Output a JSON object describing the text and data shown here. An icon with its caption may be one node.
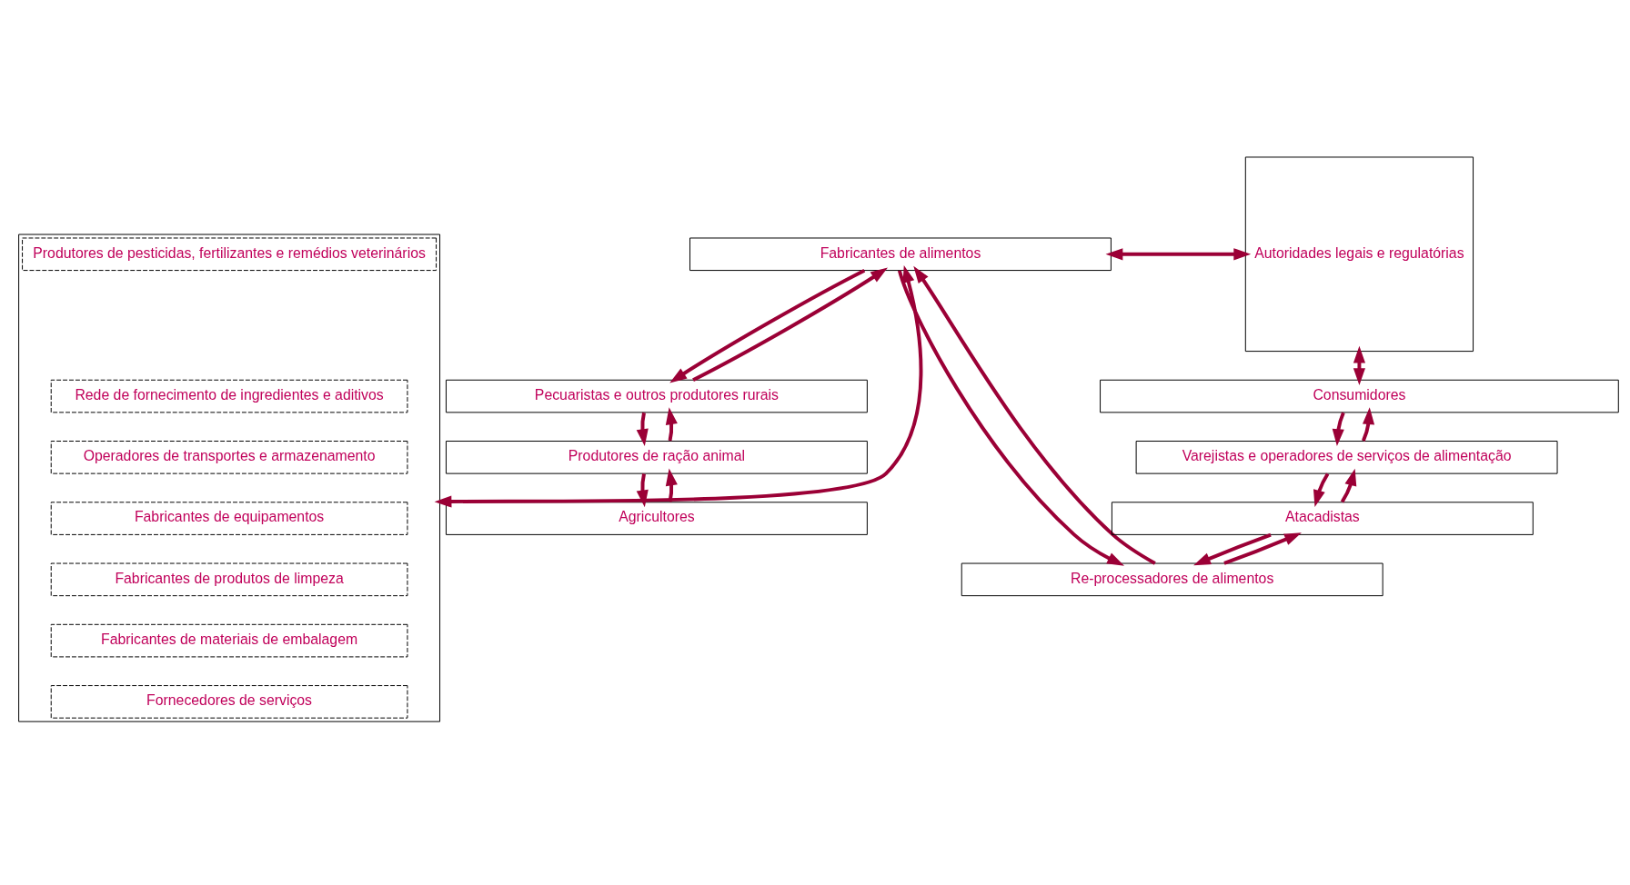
{
  "diagram": {
    "nodes": [
      {
        "text": [
          "Autoridades legais e regulatórias"
        ]
      },
      {
        "text": [
          "Agricultores"
        ]
      },
      {
        "text": [
          "Produtores de ração animal"
        ]
      },
      {
        "text": [
          "Pecuaristas e outros produtores rurais"
        ]
      },
      {
        "text": [
          "Fabricantes de alimentos"
        ]
      },
      {
        "text": [
          "Re-processadores de alimentos"
        ]
      },
      {
        "text": [
          "Atacadistas"
        ]
      },
      {
        "text": [
          "Varejistas e operadores de serviços de alimentação"
        ]
      },
      {
        "text": [],
        "shape": "box"
      },
      {
        "text": [
          "Produtores de pesticidas, fertilizantes e remédios veterinários"
        ],
        "in": 8
      },
      {
        "text": [
          "Rede de fornecimento de ingredientes e aditivos"
        ],
        "in": 8
      },
      {
        "text": [
          "Operadores de transportes e armazenamento"
        ],
        "in": 8
      },
      {
        "text": [
          "Fabricantes de equipamentos"
        ],
        "in": 8
      },
      {
        "text": [
          "Fabricantes de produtos de limpeza"
        ],
        "in": 8
      },
      {
        "text": [
          "Fabricantes de materiais de embalagem"
        ],
        "in": 8
      },
      {
        "text": [
          "Fornecedores de serviços"
        ],
        "in": 8
      },
      {
        "text": [
          "Consumidores"
        ]
      }
    ],
    "edges": [
      {
        "from": 2,
        "to": 1,
        "arrow": "to"
      },
      {
        "from": 1,
        "to": 2,
        "arrow": "to"
      },
      {
        "from": 3,
        "to": 2,
        "arrow": "to"
      },
      {
        "from": 2,
        "to": 3,
        "arrow": "to"
      },
      {
        "from": 4,
        "to": 3,
        "arrow": "to"
      },
      {
        "from": 3,
        "to": 4,
        "arrow": "to"
      },
      {
        "from": 5,
        "to": 4,
        "arrow": "to"
      },
      {
        "from": 4,
        "to": 5,
        "arrow": "to"
      },
      {
        "from": 6,
        "to": 5,
        "arrow": "to"
      },
      {
        "from": 5,
        "to": 6,
        "arrow": "to"
      },
      {
        "from": 7,
        "to": 6,
        "arrow": "to"
      },
      {
        "from": 6,
        "to": 7,
        "arrow": "to"
      },
      {
        "from": 16,
        "to": 7,
        "arrow": "to"
      },
      {
        "from": 7,
        "to": 16,
        "arrow": "to"
      },
      {
        "from": 0,
        "to": 4,
        "arrow": "both"
      },
      {
        "from": 4,
        "to": 8,
        "arrow": "both"
      },
      {
        "from": 0,
        "to": 16,
        "arrow": "both"
      }
    ]
  }
}
